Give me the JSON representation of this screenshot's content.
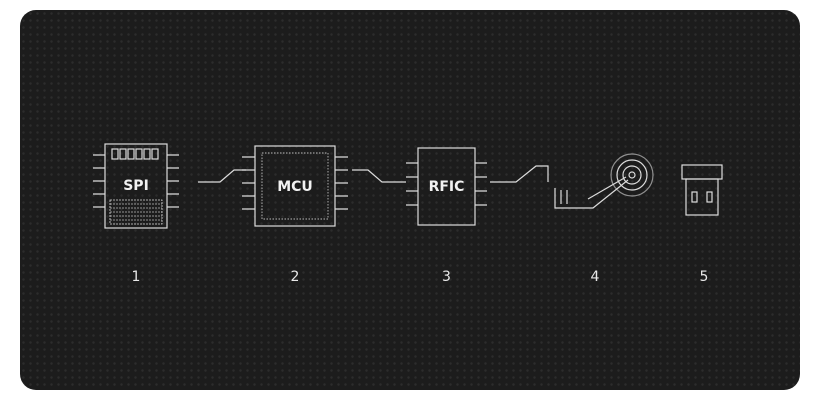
{
  "colors": {
    "background": "#1c1c1c",
    "stroke": "#dcdcdc",
    "text": "#f2f2f2"
  },
  "components": [
    {
      "label": "SPI",
      "number": "1",
      "icon": "spi-flash-chip-icon"
    },
    {
      "label": "MCU",
      "number": "2",
      "icon": "mcu-chip-icon"
    },
    {
      "label": "RFIC",
      "number": "3",
      "icon": "rfic-chip-icon"
    },
    {
      "label": "",
      "number": "4",
      "icon": "pcb-antenna-icon"
    },
    {
      "label": "",
      "number": "5",
      "icon": "usb-receiver-icon"
    }
  ]
}
